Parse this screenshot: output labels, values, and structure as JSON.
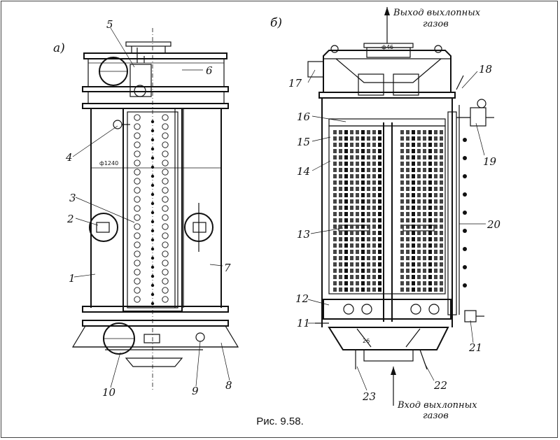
{
  "figure": {
    "caption": "Рис. 9.58.",
    "panel_a": {
      "label": "а)",
      "dimension": "ф1240",
      "callouts": [
        "1",
        "2",
        "3",
        "4",
        "5",
        "6",
        "7",
        "8",
        "9",
        "10"
      ]
    },
    "panel_b": {
      "label": "б)",
      "gas_out": [
        "Выход выхлопных",
        "газов"
      ],
      "gas_in": [
        "Вход выхлопных",
        "газов"
      ],
      "dimension_top": "ф46",
      "dimension_bottom": "26",
      "callouts": [
        "11",
        "12",
        "13",
        "14",
        "15",
        "16",
        "17",
        "18",
        "19",
        "20",
        "21",
        "22",
        "23"
      ]
    }
  }
}
